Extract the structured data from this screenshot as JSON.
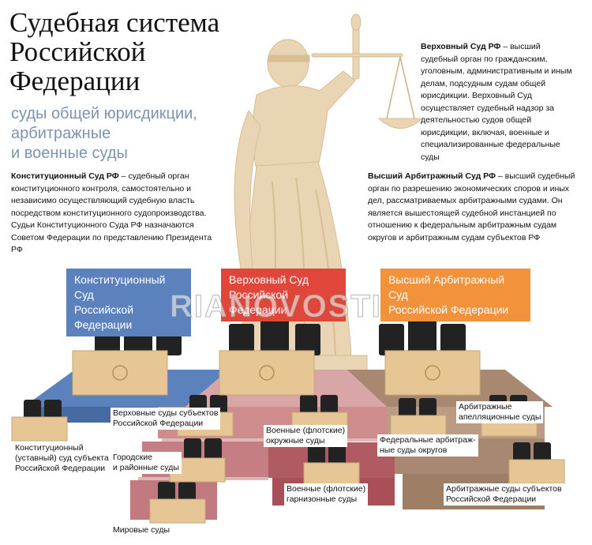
{
  "title": "Судебная система\nРоссийской\nФедерации",
  "subtitle": "суды общей юрисдикции,\nарбитражные\nи военные суды",
  "texts": {
    "constitutional": {
      "bold": "Конституционный Суд РФ",
      "rest": " – судебный орган конституционного контроля, самостоятельно и независимо осуществляющий судебную власть посредством конституционного судопроизводства. Судьи Конституционного Суда РФ назначаются Советом Федерации по представлению Президента РФ"
    },
    "supreme": {
      "bold": "Верховный Суд РФ",
      "rest": " – высший судебный орган по гражданским, уголовным, административным и иным делам, подсудным судам общей юрисдикции. Верховный Суд осуществляет судебный надзор за деятельностью судов общей юрисдикции, включая, военные и специализированные федеральные суды"
    },
    "arbitration": {
      "bold": "Высший Арбитражный Суд РФ",
      "rest": " – высший судебный орган по разрешению экономических споров и иных дел, рассматриваемых арбитражными судами. Он является вышестоящей судебной инстанцией по отношению к федеральным арбитражным судам округов и арбитражным судам субъектов РФ"
    }
  },
  "heads": {
    "constitutional": "Конституционный Суд\nРоссийской Федерации",
    "supreme": "Верховный Суд\nРоссийской Федерации",
    "arbitration": "Высший Арбитражный Суд\nРоссийской Федерации"
  },
  "labels": {
    "constitutional_subject": "Конституционный\n(уставный) суд субъекта\nРоссийской Федерации",
    "supreme_subjects": "Верховные суды субъектов\nРоссийской Федерации",
    "city_district": "Городские\nи районные суды",
    "magistrate": "Мировые суды",
    "military_district": "Военные (флотские)\nокружные суды",
    "military_garrison": "Военные (флотские)\nгарнизонные суды",
    "arbitration_appeal": "Арбитражные\nапелляционные суды",
    "federal_arbitration": "Федеральные арбитраж-\nные суды округов",
    "arbitration_subjects": "Арбитражные суды субъектов\nРоссийской Федерации"
  },
  "watermark": "RIANOVOSTI",
  "colors": {
    "constitutional": "#5b82bd",
    "supreme": "#e0473a",
    "arbitration": "#f2923a",
    "subtitle": "#7c93b1",
    "statue": "#e9d4b3",
    "desk": "#e6c695"
  },
  "icons": {
    "statue": "themis-statue-icon",
    "emblem": "coat-of-arms-icon",
    "chair": "judge-chair-icon"
  }
}
